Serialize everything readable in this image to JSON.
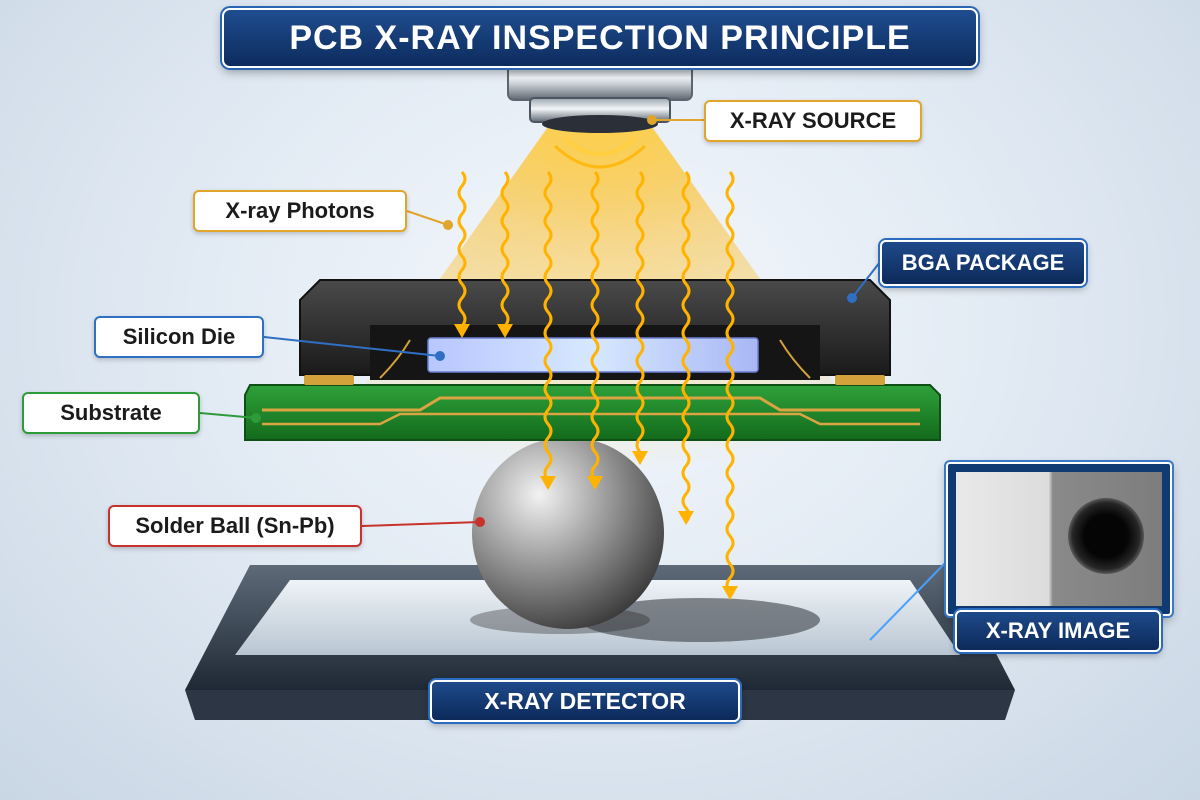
{
  "title": "PCB X-RAY INSPECTION PRINCIPLE",
  "labels": {
    "xray_source": "X-RAY SOURCE",
    "xray_photons": "X-ray Photons",
    "bga_package": "BGA PACKAGE",
    "silicon_die": "Silicon Die",
    "substrate": "Substrate",
    "solder_ball": "Solder Ball (Sn-Pb)",
    "xray_image": "X-RAY IMAGE",
    "xray_detector": "X-RAY DETECTOR"
  },
  "colors": {
    "title_fill": "#0d2c5e",
    "photon_color": "#ffb300",
    "substrate_green": "#1f8a2a",
    "package_dark": "#2a2a2a",
    "source_tag": "#e0a52a",
    "die_tag": "#2f6fc4",
    "substrate_tag": "#2f9a3a",
    "solder_tag": "#c8322c"
  },
  "icons": [
    "xray-source-emitter",
    "photon-wave-arrow",
    "solder-ball-sphere",
    "detector-plate"
  ]
}
